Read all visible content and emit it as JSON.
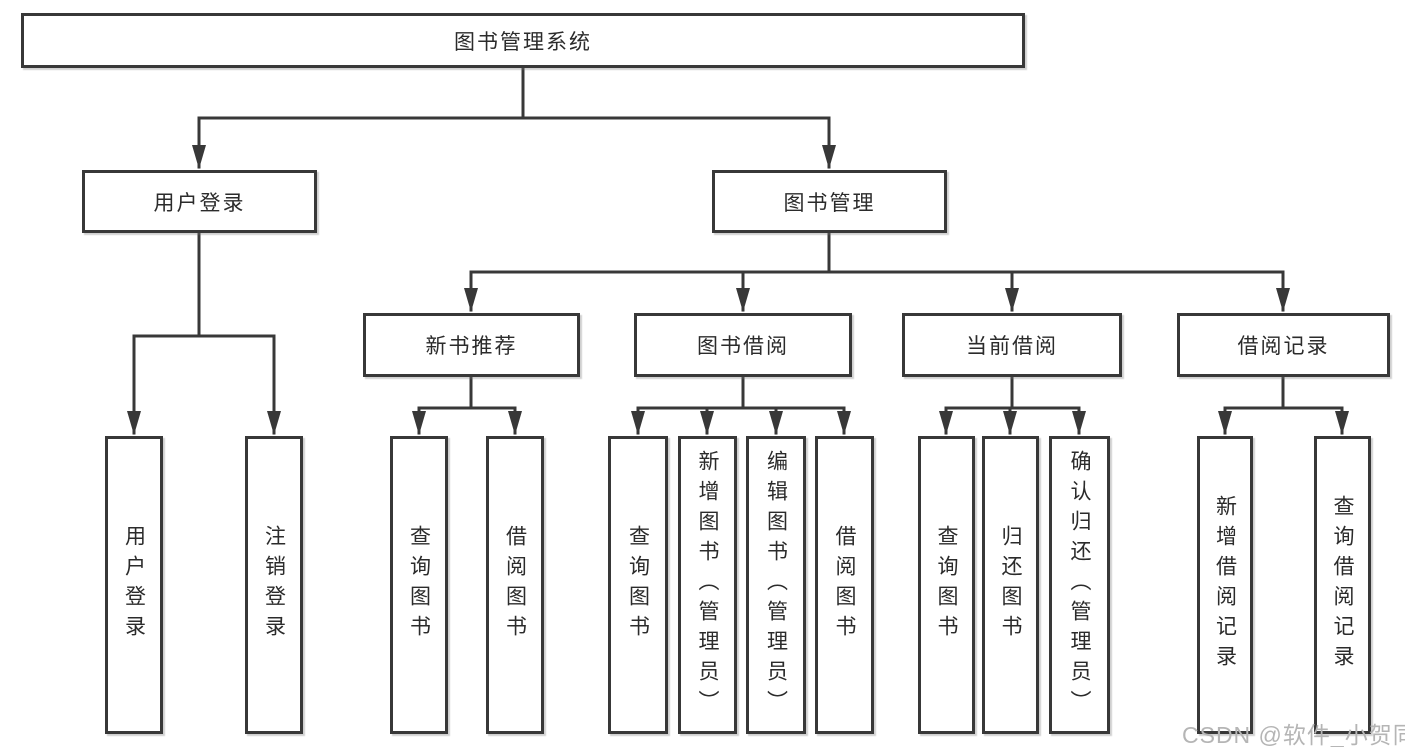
{
  "diagram": {
    "root": {
      "label": "图书管理系统"
    },
    "branches": [
      {
        "label": "用户登录",
        "children": [
          {
            "label": "用户登录"
          },
          {
            "label": "注销登录"
          }
        ]
      },
      {
        "label": "图书管理",
        "children": [
          {
            "label": "新书推荐",
            "children": [
              {
                "label": "查询图书"
              },
              {
                "label": "借阅图书"
              }
            ]
          },
          {
            "label": "图书借阅",
            "children": [
              {
                "label": "查询图书"
              },
              {
                "label": "新增图书（管理员）"
              },
              {
                "label": "编辑图书（管理员）"
              },
              {
                "label": "借阅图书"
              }
            ]
          },
          {
            "label": "当前借阅",
            "children": [
              {
                "label": "查询图书"
              },
              {
                "label": "归还图书"
              },
              {
                "label": "确认归还（管理员）"
              }
            ]
          },
          {
            "label": "借阅记录",
            "children": [
              {
                "label": "新增借阅记录"
              },
              {
                "label": "查询借阅记录"
              }
            ]
          }
        ]
      }
    ]
  },
  "watermark": {
    "text": "CSDN @软件_小贺同学"
  },
  "colors": {
    "line": "#383838",
    "box_border": "#383838",
    "text": "#2b2b2b",
    "background": "#ffffff",
    "watermark": "#b5b5b5"
  }
}
